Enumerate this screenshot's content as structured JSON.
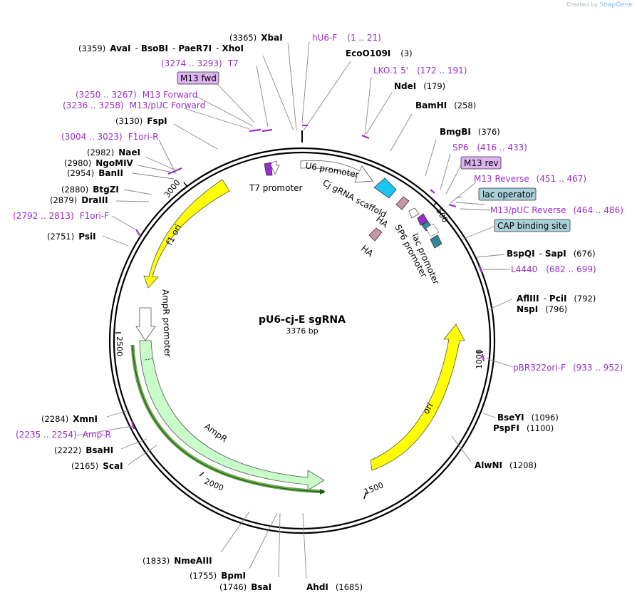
{
  "credit": {
    "prefix": "Created by",
    "brand": "SnapGene"
  },
  "plasmid": {
    "name": "pU6-cj-E sgRNA",
    "size": "3376 bp"
  },
  "ticks": [
    "500",
    "1000",
    "1500",
    "2000",
    "2500",
    "3000"
  ],
  "sites": [
    {
      "id": "xbai",
      "pos": "(3365)",
      "names": [
        "XbaI"
      ]
    },
    {
      "id": "avai",
      "pos": "(3359)",
      "names": [
        "AvaI",
        "BsoBI",
        "PaeR7I",
        "XhoI"
      ]
    },
    {
      "id": "ecoo",
      "pos": "(3)",
      "names": [
        "EcoO109I"
      ]
    },
    {
      "id": "ndei",
      "pos": "(179)",
      "names": [
        "NdeI"
      ]
    },
    {
      "id": "bamhi",
      "pos": "(258)",
      "names": [
        "BamHI"
      ]
    },
    {
      "id": "bmgbi",
      "pos": "(376)",
      "names": [
        "BmgBI"
      ]
    },
    {
      "id": "fspi",
      "pos": "(3130)",
      "names": [
        "FspI"
      ]
    },
    {
      "id": "naei",
      "pos": "(2982)",
      "names": [
        "NaeI"
      ]
    },
    {
      "id": "ngomiv",
      "pos": "(2980)",
      "names": [
        "NgoMIV"
      ]
    },
    {
      "id": "banii",
      "pos": "(2954)",
      "names": [
        "BanII"
      ]
    },
    {
      "id": "btgzi",
      "pos": "(2880)",
      "names": [
        "BtgZI"
      ]
    },
    {
      "id": "draiii",
      "pos": "(2879)",
      "names": [
        "DraIII"
      ]
    },
    {
      "id": "psii",
      "pos": "(2751)",
      "names": [
        "PsiI"
      ]
    },
    {
      "id": "bspqi",
      "pos": "(676)",
      "names": [
        "BspQI",
        "SapI"
      ]
    },
    {
      "id": "afliii",
      "pos": "(792)",
      "names": [
        "AflIII",
        "PciI"
      ]
    },
    {
      "id": "nspi",
      "pos": "(796)",
      "names": [
        "NspI"
      ]
    },
    {
      "id": "bseyi",
      "pos": "(1096)",
      "names": [
        "BseYI"
      ]
    },
    {
      "id": "pspfi",
      "pos": "(1100)",
      "names": [
        "PspFI"
      ]
    },
    {
      "id": "alwni",
      "pos": "(1208)",
      "names": [
        "AlwNI"
      ]
    },
    {
      "id": "xmni",
      "pos": "(2284)",
      "names": [
        "XmnI"
      ]
    },
    {
      "id": "bsahi",
      "pos": "(2222)",
      "names": [
        "BsaHI"
      ]
    },
    {
      "id": "scai",
      "pos": "(2165)",
      "names": [
        "ScaI"
      ]
    },
    {
      "id": "nmeaiii",
      "pos": "(1833)",
      "names": [
        "NmeAIII"
      ]
    },
    {
      "id": "bpmi",
      "pos": "(1755)",
      "names": [
        "BpmI"
      ]
    },
    {
      "id": "bsai",
      "pos": "(1746)",
      "names": [
        "BsaI"
      ]
    },
    {
      "id": "ahdi",
      "pos": "(1685)",
      "names": [
        "AhdI"
      ]
    }
  ],
  "primers": [
    {
      "id": "hu6f",
      "name": "hU6-F",
      "range": "(1 .. 21)"
    },
    {
      "id": "lko",
      "name": "LKO.1 5'",
      "range": "(172 .. 191)"
    },
    {
      "id": "t7",
      "name": "T7",
      "range": "(3274 .. 3293)"
    },
    {
      "id": "m13f",
      "name": "M13 Forward",
      "range": "(3250 .. 3267)"
    },
    {
      "id": "m13puf",
      "name": "M13/pUC Forward",
      "range": "(3236 .. 3258)"
    },
    {
      "id": "f1r",
      "name": "F1ori-R",
      "range": "(3004 .. 3023)"
    },
    {
      "id": "f1f",
      "name": "F1ori-F",
      "range": "(2792 .. 2813)"
    },
    {
      "id": "sp6",
      "name": "SP6",
      "range": "(416 .. 433)"
    },
    {
      "id": "m13r",
      "name": "M13 Reverse",
      "range": "(451 .. 467)"
    },
    {
      "id": "m13pur",
      "name": "M13/pUC Reverse",
      "range": "(464 .. 486)"
    },
    {
      "id": "l4440",
      "name": "L4440",
      "range": "(682 .. 699)"
    },
    {
      "id": "pbr",
      "name": "pBR322ori-F",
      "range": "(933 .. 952)"
    },
    {
      "id": "ampr",
      "name": "Amp-R",
      "range": "(2235 .. 2254)"
    }
  ],
  "boxed": {
    "m13fwd": "M13 fwd",
    "m13rev": "M13 rev",
    "lacop": "lac operator",
    "cap": "CAP binding site"
  },
  "features": {
    "t7prom": "T7 promoter",
    "u6prom": "U6 promoter",
    "cjgrna": "Cj gRNA scaffold",
    "ha1": "HA",
    "ha2": "HA",
    "sp6prom": "SP6 promoter",
    "lacprom": "lac promoter",
    "f1ori": "f1 ori",
    "amprprom": "AmpR promoter",
    "ampr": "AmpR",
    "ori": "ori"
  },
  "colors": {
    "primer": "#9a2ec9",
    "yellow": "#ffff00",
    "green": "#c8fcc8",
    "cyan": "#1ac6f0",
    "pink": "#c896a8",
    "teal": "#2e8a9a"
  }
}
